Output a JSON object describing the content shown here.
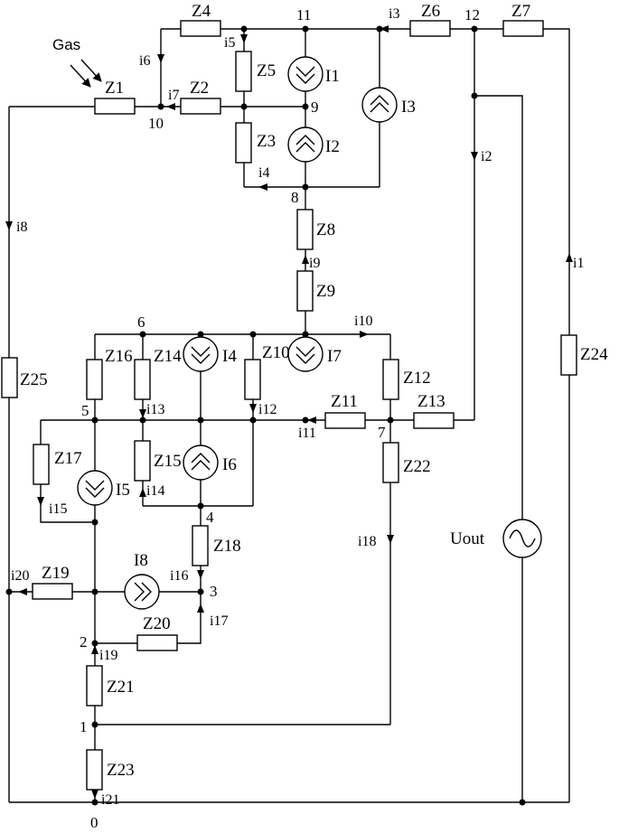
{
  "gas_label": "Gas",
  "uout_label": "Uout",
  "impedances": [
    "Z1",
    "Z2",
    "Z3",
    "Z4",
    "Z5",
    "Z6",
    "Z7",
    "Z8",
    "Z9",
    "Z10",
    "Z11",
    "Z12",
    "Z13",
    "Z14",
    "Z15",
    "Z16",
    "Z17",
    "Z18",
    "Z19",
    "Z20",
    "Z21",
    "Z22",
    "Z23",
    "Z24",
    "Z25"
  ],
  "sources": [
    "I1",
    "I2",
    "I3",
    "I4",
    "I5",
    "I6",
    "I7",
    "I8"
  ],
  "currents": [
    "i1",
    "i2",
    "i3",
    "i4",
    "i5",
    "i6",
    "i7",
    "i8",
    "i9",
    "i10",
    "i11",
    "i12",
    "i13",
    "i14",
    "i15",
    "i16",
    "i17",
    "i18",
    "i19",
    "i20",
    "i21"
  ],
  "nodes": [
    "0",
    "1",
    "2",
    "3",
    "4",
    "5",
    "6",
    "7",
    "8",
    "9",
    "10",
    "11",
    "12"
  ]
}
